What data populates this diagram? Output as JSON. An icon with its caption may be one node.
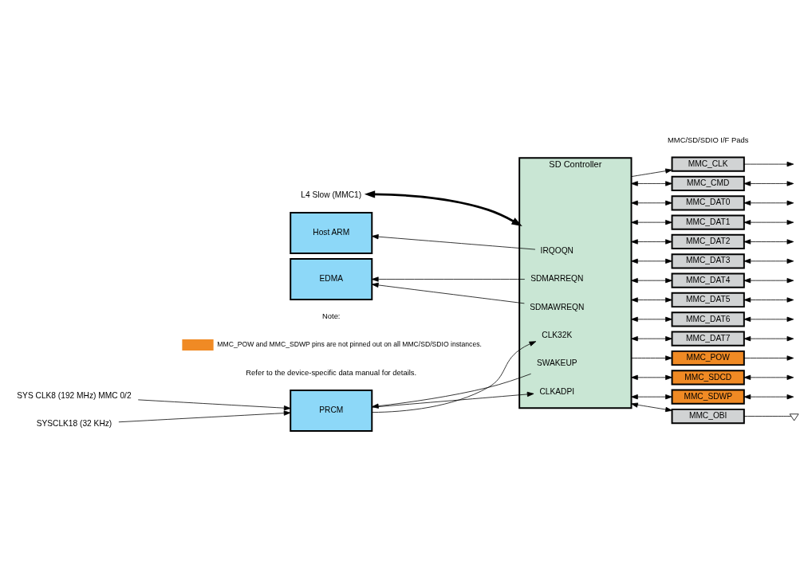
{
  "diagram": {
    "nodes": [
      {
        "text": [
          "L4 Slow (MMC1)"
        ]
      },
      {
        "text": [
          "SD Controller"
        ]
      },
      {
        "text": [
          "IRQOQN"
        ],
        "in": 1
      },
      {
        "text": [
          "SDMARREQN"
        ],
        "in": 1
      },
      {
        "text": [
          "SDMAWREQN"
        ],
        "in": 1
      },
      {
        "text": [
          "CLKADPI"
        ],
        "in": 1
      },
      {
        "text": [
          "SWAKEUP"
        ],
        "in": 1
      },
      {
        "text": [
          "CLK32K"
        ],
        "in": 1
      },
      {
        "text": [
          "Host ARM"
        ]
      },
      {
        "text": [
          "EDMA"
        ]
      },
      {
        "text": [
          "SYS CLK8 (192 MHz) MMC 0/2"
        ]
      },
      {
        "text": [
          "SYSCLK18 (32 KHz)"
        ]
      },
      {
        "text": [
          "PRCM"
        ]
      },
      {
        "text": [
          "MMC_CLK"
        ]
      },
      {
        "text": [
          "MMC_CMD"
        ]
      },
      {
        "text": [
          "MMC_DAT0"
        ]
      },
      {
        "text": [
          "MMC_DAT1"
        ]
      },
      {
        "text": [
          "MMC_DAT2"
        ]
      },
      {
        "text": [
          "MMC_DAT3"
        ]
      },
      {
        "text": [
          "MMC_DAT4"
        ]
      },
      {
        "text": [
          "MMC_DAT5"
        ]
      },
      {
        "text": [
          "MMC_DAT6"
        ]
      },
      {
        "text": [
          "MMC_DAT7"
        ]
      },
      {
        "text": [
          "MMC_POW"
        ]
      },
      {
        "text": [
          "MMC_SDCD"
        ]
      },
      {
        "text": [
          "MMC_SDWP"
        ]
      },
      {
        "text": [
          "MMC_OBI"
        ]
      },
      {
        "text": [],
        "shape": "triangle"
      }
    ],
    "edges": [
      {
        "from": 0,
        "to": 1,
        "arrow": "both",
        "style": "thick"
      },
      {
        "from": 2,
        "to": 8,
        "arrow": "to"
      },
      {
        "from": 3,
        "to": 9,
        "arrow": "to"
      },
      {
        "from": 4,
        "to": 9,
        "arrow": "to"
      },
      {
        "from": 10,
        "to": 12,
        "arrow": "to"
      },
      {
        "from": 11,
        "to": 12,
        "arrow": "to"
      },
      {
        "from": 12,
        "to": 5,
        "arrow": "to"
      },
      {
        "from": 6,
        "to": 12,
        "arrow": "to"
      },
      {
        "from": 12,
        "to": 7,
        "arrow": "to"
      },
      {
        "from": 1,
        "to": 13,
        "arrow": "to"
      },
      {
        "from": 1,
        "to": 14,
        "arrow": "both"
      },
      {
        "from": 1,
        "to": 15,
        "arrow": "both"
      },
      {
        "from": 1,
        "to": 16,
        "arrow": "both"
      },
      {
        "from": 1,
        "to": 17,
        "arrow": "both"
      },
      {
        "from": 1,
        "to": 18,
        "arrow": "both"
      },
      {
        "from": 1,
        "to": 19,
        "arrow": "both"
      },
      {
        "from": 1,
        "to": 20,
        "arrow": "both"
      },
      {
        "from": 1,
        "to": 21,
        "arrow": "both"
      },
      {
        "from": 1,
        "to": 22,
        "arrow": "both"
      },
      {
        "from": 1,
        "to": 23,
        "arrow": "to"
      },
      {
        "from": 1,
        "to": 24,
        "arrow": "both"
      },
      {
        "from": 1,
        "to": 25,
        "arrow": "both"
      },
      {
        "from": 1,
        "to": 26,
        "arrow": "both"
      },
      {
        "from": 26,
        "to": 27,
        "arrow": "none"
      },
      {
        "from": 13,
        "to": null,
        "arrow": "to"
      },
      {
        "from": 14,
        "to": null,
        "arrow": "both"
      },
      {
        "from": 15,
        "to": null,
        "arrow": "both"
      },
      {
        "from": 16,
        "to": null,
        "arrow": "both"
      },
      {
        "from": 17,
        "to": null,
        "arrow": "both"
      },
      {
        "from": 18,
        "to": null,
        "arrow": "both"
      },
      {
        "from": 19,
        "to": null,
        "arrow": "both"
      },
      {
        "from": 20,
        "to": null,
        "arrow": "both"
      },
      {
        "from": 21,
        "to": null,
        "arrow": "both"
      },
      {
        "from": 22,
        "to": null,
        "arrow": "both"
      },
      {
        "from": 23,
        "to": null,
        "arrow": "to"
      },
      {
        "from": 24,
        "to": null,
        "arrow": "both"
      },
      {
        "from": 25,
        "to": null,
        "arrow": "both"
      }
    ],
    "labels": [
      "MMC/SD/SDIO I/F Pads",
      "Note:",
      "Refer to the device-specific data manual for details."
    ],
    "legend": [
      {
        "text": "MMC_POW and MMC_SDWP pins are not pinned out on all MMC/SD/SDIO instances.",
        "color": "#f08a24"
      }
    ]
  }
}
